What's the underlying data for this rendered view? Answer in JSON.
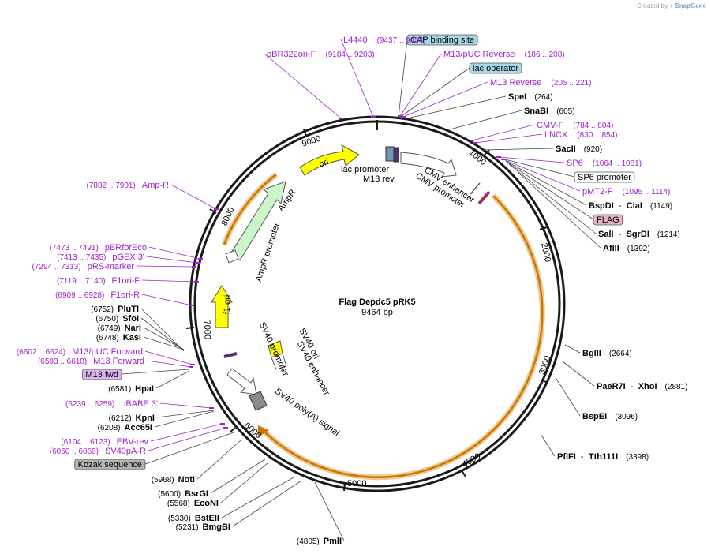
{
  "credit": {
    "prefix": "Created by",
    "brand": "SnapGene"
  },
  "plasmid": {
    "name": "Flag Depdc5 pRK5",
    "length": "9464 bp"
  },
  "ring_ticks": [
    "1000",
    "2000",
    "3000",
    "4000",
    "5000",
    "6000",
    "7000",
    "8000",
    "9000"
  ],
  "features": {
    "ori": "ori",
    "AmpR": "AmpR",
    "AmpR_promoter": "AmpR promoter",
    "f1_ori": "f1 ori",
    "lac_promoter": "lac promoter",
    "M13_rev": "M13 rev",
    "CMV_promoter": "CMV promoter",
    "CMV_enhancer": "CMV enhancer",
    "SV40_ori": "SV40 ori",
    "SV40_enhancer": "SV40 enhancer",
    "SV40_promoter": "SV40 promoter",
    "SV40_polyA": "SV40 poly(A) signal"
  },
  "labels_right": [
    {
      "kind": "boxed",
      "text": "CAP binding site",
      "color": "#a8d8e8"
    },
    {
      "kind": "primer",
      "name": "M13/pUC Reverse",
      "range": "(186 .. 208)"
    },
    {
      "kind": "boxed",
      "text": "lac operator",
      "color": "#a8d8e8"
    },
    {
      "kind": "primer",
      "name": "M13 Reverse",
      "range": "(205 .. 221)"
    },
    {
      "kind": "enzyme",
      "name": "SpeI",
      "pos": "(264)"
    },
    {
      "kind": "enzyme",
      "name": "SnaBI",
      "pos": "(605)"
    },
    {
      "kind": "primer",
      "name": "CMV-F",
      "range": "(784 .. 804)"
    },
    {
      "kind": "primer",
      "name": "LNCX",
      "range": "(830 .. 854)"
    },
    {
      "kind": "enzyme",
      "name": "SacII",
      "pos": "(920)"
    },
    {
      "kind": "primer",
      "name": "SP6",
      "range": "(1064 .. 1081)"
    },
    {
      "kind": "boxed",
      "text": "SP6 promoter",
      "color": "#ffffff"
    },
    {
      "kind": "primer",
      "name": "pMT2-F",
      "range": "(1095 .. 1114)"
    },
    {
      "kind": "enzyme",
      "name": "BspDI",
      "name2": "ClaI",
      "pos": "(1149)"
    },
    {
      "kind": "boxed",
      "text": "FLAG",
      "color": "#e8b4c4"
    },
    {
      "kind": "enzyme",
      "name": "SalI",
      "name2": "SgrDI",
      "pos": "(1214)"
    },
    {
      "kind": "enzyme",
      "name": "AflII",
      "pos": "(1392)"
    },
    {
      "kind": "enzyme",
      "name": "BglII",
      "pos": "(2664)"
    },
    {
      "kind": "enzyme",
      "name": "PaeR7I",
      "name2": "XhoI",
      "pos": "(2881)"
    },
    {
      "kind": "enzyme",
      "name": "BspEI",
      "pos": "(3096)"
    },
    {
      "kind": "enzyme",
      "name": "PflFI",
      "name2": "Tth111I",
      "pos": "(3398)"
    }
  ],
  "labels_top": [
    {
      "kind": "primer",
      "name": "L4440",
      "range": "(9437 .. 9454)"
    },
    {
      "kind": "primer",
      "name": "pBR322ori-F",
      "range": "(9184 .. 9203)"
    }
  ],
  "labels_left": [
    {
      "kind": "primer",
      "name": "Amp-R",
      "range": "(7882 .. 7901)"
    },
    {
      "kind": "primer",
      "name": "pBRforEco",
      "range": "(7473 .. 7491)"
    },
    {
      "kind": "primer",
      "name": "pGEX 3'",
      "range": "(7413 .. 7435)"
    },
    {
      "kind": "primer",
      "name": "pRS-marker",
      "range": "(7294 .. 7313)"
    },
    {
      "kind": "primer",
      "name": "F1ori-F",
      "range": "(7119 .. 7140)"
    },
    {
      "kind": "primer",
      "name": "F1ori-R",
      "range": "(6909 .. 6928)"
    },
    {
      "kind": "enzyme",
      "name": "PluTI",
      "pos": "(6752)"
    },
    {
      "kind": "enzyme",
      "name": "SfoI",
      "pos": "(6750)"
    },
    {
      "kind": "enzyme",
      "name": "NarI",
      "pos": "(6749)"
    },
    {
      "kind": "enzyme",
      "name": "KasI",
      "pos": "(6748)"
    },
    {
      "kind": "primer",
      "name": "M13/pUC Forward",
      "range": "(6602 .. 6624)"
    },
    {
      "kind": "primer",
      "name": "M13 Forward",
      "range": "(6593 .. 6610)"
    },
    {
      "kind": "boxed",
      "text": "M13 fwd",
      "color": "#dcb4f0"
    },
    {
      "kind": "enzyme",
      "name": "HpaI",
      "pos": "(6581)"
    },
    {
      "kind": "primer",
      "name": "pBABE 3'",
      "range": "(6239 .. 6259)"
    },
    {
      "kind": "enzyme",
      "name": "KpnI",
      "pos": "(6212)"
    },
    {
      "kind": "enzyme",
      "name": "Acc65I",
      "pos": "(6208)"
    },
    {
      "kind": "primer",
      "name": "EBV-rev",
      "range": "(6104 .. 6123)"
    },
    {
      "kind": "primer",
      "name": "SV40pA-R",
      "range": "(6050 .. 6069)"
    },
    {
      "kind": "boxed",
      "text": "Kozak sequence",
      "color": "#b4b4b4"
    },
    {
      "kind": "enzyme",
      "name": "NotI",
      "pos": "(5968)"
    },
    {
      "kind": "enzyme",
      "name": "BsrGI",
      "pos": "(5600)"
    },
    {
      "kind": "enzyme",
      "name": "EcoNI",
      "pos": "(5568)"
    },
    {
      "kind": "enzyme",
      "name": "BstEII",
      "pos": "(5330)"
    },
    {
      "kind": "enzyme",
      "name": "BmgBI",
      "pos": "(5231)"
    },
    {
      "kind": "enzyme",
      "name": "PmlI",
      "pos": "(4805)"
    }
  ]
}
